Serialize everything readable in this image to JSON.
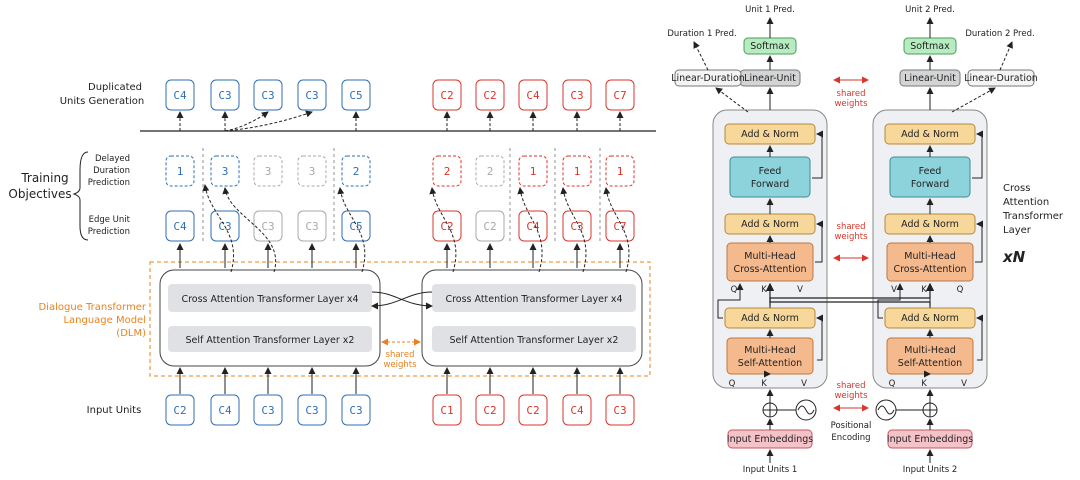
{
  "left": {
    "row_labels": {
      "duplicated": [
        "Duplicated",
        "Units Generation"
      ],
      "training": [
        "Training",
        "Objectives"
      ],
      "delayed": [
        "Delayed",
        "Duration",
        "Prediction"
      ],
      "edge": [
        "Edge Unit",
        "Prediction"
      ],
      "input": "Input Units"
    },
    "dup_units_blue": [
      "C4",
      "C3",
      "C3",
      "C3",
      "C5"
    ],
    "dup_units_red": [
      "C2",
      "C2",
      "C4",
      "C3",
      "C7"
    ],
    "duration_blue": [
      "1",
      "3",
      "3",
      "3",
      "2"
    ],
    "duration_red": [
      "2",
      "2",
      "1",
      "1",
      "1"
    ],
    "edge_blue": [
      "C4",
      "C3",
      "C3",
      "C3",
      "C5"
    ],
    "edge_red": [
      "C2",
      "C2",
      "C4",
      "C3",
      "C7"
    ],
    "input_blue": [
      "C2",
      "C4",
      "C3",
      "C3",
      "C3"
    ],
    "input_red": [
      "C1",
      "C2",
      "C2",
      "C4",
      "C3"
    ],
    "dlm_label": [
      "Dialogue Transformer",
      "Language Model",
      "(DLM)"
    ],
    "cross_layer": "Cross Attention Transformer Layer x4",
    "self_layer": "Self Attention Transformer Layer x2",
    "shared_weights": [
      "shared",
      "weights"
    ]
  },
  "right": {
    "top_labels": {
      "unit1": "Unit 1 Pred.",
      "unit2": "Unit 2 Pred.",
      "dur1": "Duration 1 Pred.",
      "dur2": "Duration 2 Pred."
    },
    "softmax": "Softmax",
    "linear_unit": "Linear-Unit",
    "linear_duration": "Linear-Duration",
    "add_norm": "Add & Norm",
    "feed_forward": [
      "Feed",
      "Forward"
    ],
    "mh_cross": [
      "Multi-Head",
      "Cross-Attention"
    ],
    "mh_self": [
      "Multi-Head",
      "Self-Attention"
    ],
    "input_embeddings": "Input Embeddings",
    "positional_encoding": [
      "Positional",
      "Encoding"
    ],
    "input_units_1": "Input Units 1",
    "input_units_2": "Input Units 2",
    "shared_weights": [
      "shared",
      "weights"
    ],
    "side_label": [
      "Cross",
      "Attention",
      "Transformer",
      "Layer"
    ],
    "xn": "xN",
    "qkv": [
      "Q",
      "K",
      "V"
    ]
  }
}
